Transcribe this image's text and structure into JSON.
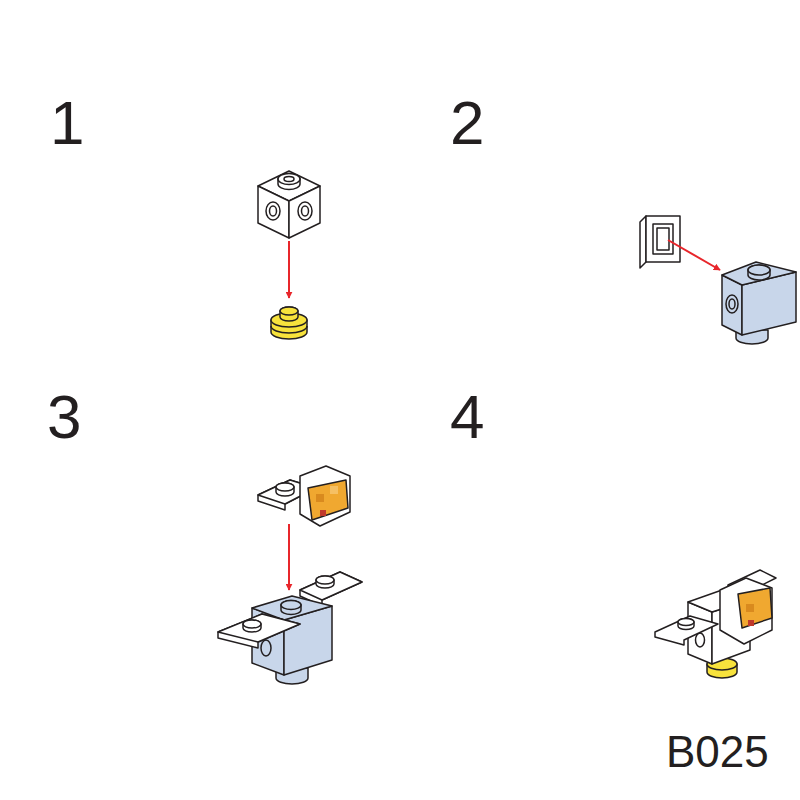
{
  "diagram": {
    "labels": [
      "1",
      "2",
      "3",
      "4",
      "B025"
    ]
  }
}
